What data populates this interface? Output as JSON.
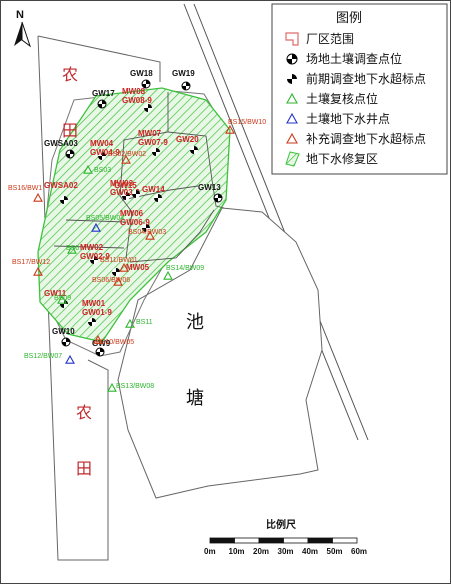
{
  "colors": {
    "boundary": "#e06b6b",
    "hatch": "#3ec23e",
    "hatch_fill": "#e9f8e6",
    "soil_marker": "#000000",
    "prev_marker": "#e0201c",
    "green_marker": "#2fb52f",
    "blue_marker": "#2233cc",
    "orange_marker": "#cc3a1a"
  },
  "north_label": "N",
  "area_labels": {
    "farm_top_1": "农",
    "farm_top_2": "田",
    "farm_bottom_1": "农",
    "farm_bottom_2": "田",
    "pond_1": "池",
    "pond_2": "塘"
  },
  "legend": {
    "title": "图例",
    "items": [
      {
        "icon": "plant-boundary-icon",
        "label": "厂区范围"
      },
      {
        "icon": "soil-survey-point-icon",
        "label": "场地土壤调查点位"
      },
      {
        "icon": "prior-groundwater-exceed-icon",
        "label": "前期调查地下水超标点"
      },
      {
        "icon": "soil-recheck-point-icon",
        "label": "土壤复核点位"
      },
      {
        "icon": "soil-groundwater-well-icon",
        "label": "土壤地下水井点"
      },
      {
        "icon": "supplementary-groundwater-exceed-icon",
        "label": "补充调查地下水超标点"
      },
      {
        "icon": "groundwater-remediation-area-icon",
        "label": "地下水修复区"
      }
    ]
  },
  "scale_bar": {
    "title": "比例尺",
    "ticks": [
      "0m",
      "10m",
      "20m",
      "30m",
      "40m",
      "50m",
      "60m"
    ]
  },
  "points": {
    "soil": [
      "GW18",
      "GW19",
      "GW17",
      "GWSA03",
      "GW13",
      "GW10",
      "GW9"
    ],
    "prior": [
      {
        "name": "MW08",
        "sub": "GW08-9"
      },
      {
        "name": "MW07",
        "sub": "GW07-9"
      },
      {
        "name": "GW20",
        "sub": ""
      },
      {
        "name": "MW04",
        "sub": "GW04-9"
      },
      {
        "name": "MW03",
        "sub": "GW03-9"
      },
      {
        "name": "GWSA02",
        "sub": ""
      },
      {
        "name": "GW15",
        "sub": ""
      },
      {
        "name": "GW14",
        "sub": ""
      },
      {
        "name": "MW06",
        "sub": "GW06-9"
      },
      {
        "name": "MW02",
        "sub": "GW02-9"
      },
      {
        "name": "MW05",
        "sub": ""
      },
      {
        "name": "GW11",
        "sub": ""
      },
      {
        "name": "MW01",
        "sub": "GW01-9"
      }
    ],
    "orange": [
      "BS15/BW10",
      "BS16/BW1",
      "BS02/BW02",
      "BS04/BW03",
      "BS17/BW12",
      "BS11/BW01",
      "BS06/BW06",
      "BS10/BW05"
    ],
    "green": [
      "BS03",
      "BS14/BW09",
      "BS11",
      "BS13/BW08",
      "BS0",
      "BS09"
    ],
    "blue": [
      "BS05/BW04",
      "BS12/BW07"
    ]
  }
}
